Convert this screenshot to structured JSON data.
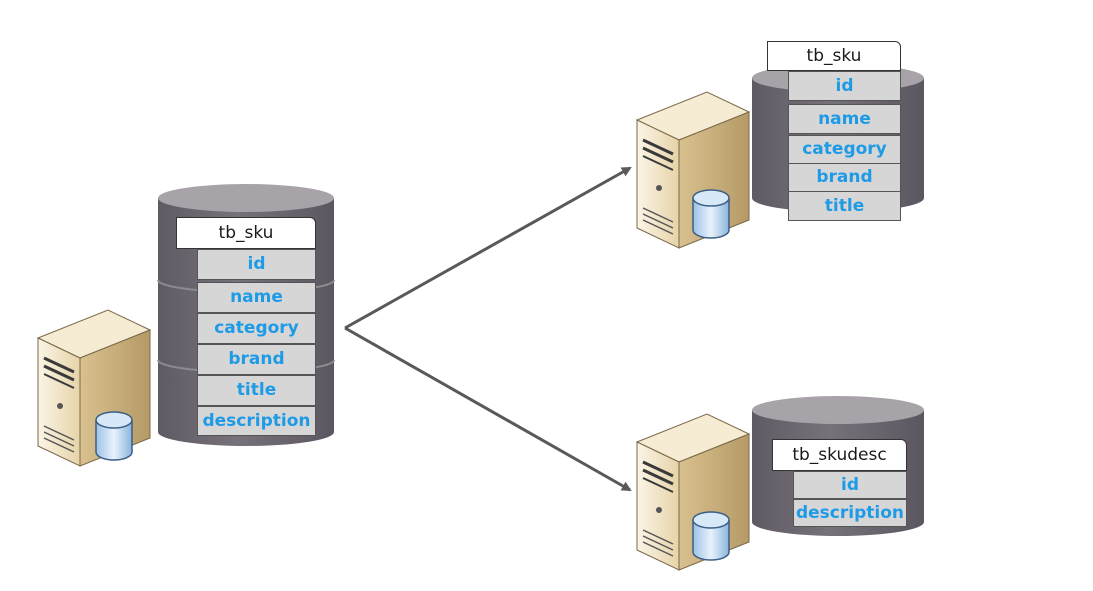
{
  "colors": {
    "field_text": "#1e9be6",
    "field_bg": "#d6d6d6",
    "cylinder": "#6b6670",
    "cylinder_top": "#a7a3a9",
    "arrow": "#595959",
    "server_body": "#efe2c4"
  },
  "icons": [
    "server-icon",
    "database-icon"
  ],
  "source": {
    "table_name": "tb_sku",
    "fields": [
      "id",
      "name",
      "category",
      "brand",
      "title",
      "description"
    ]
  },
  "target_top": {
    "table_name": "tb_sku",
    "fields": [
      "id",
      "name",
      "category",
      "brand",
      "title"
    ]
  },
  "target_bottom": {
    "table_name": "tb_skudesc",
    "fields": [
      "id",
      "description"
    ]
  }
}
